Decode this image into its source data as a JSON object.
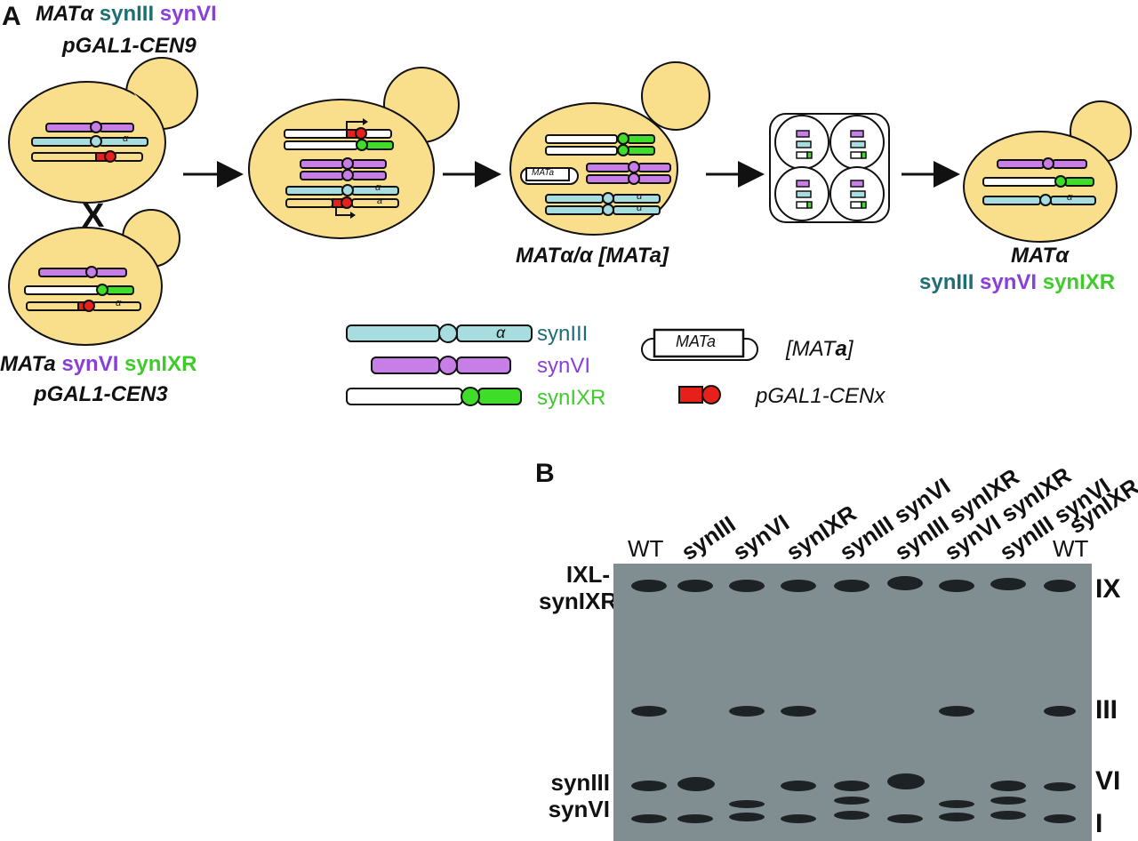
{
  "panel_a": {
    "letter": "A",
    "top_strain": {
      "mat": "MAT",
      "alpha": "α",
      "syn3": "synIII",
      "syn6": "synVI",
      "plasmid": "pGAL1-CEN9"
    },
    "cross_symbol": "X",
    "bottom_strain": {
      "mat": "MATa",
      "syn6": "synVI",
      "syn9": "synIXR",
      "plasmid": "pGAL1-CEN3"
    },
    "diploid_label": {
      "mat": "MAT",
      "alpha": "α",
      "sep": "/",
      "alpha2": "α",
      "bracket": "[MAT",
      "a": "a",
      "close": "]"
    },
    "final_strain": {
      "mat": "MAT",
      "alpha": "α",
      "syn3": "synIII",
      "syn6": "synVI",
      "syn9": "synIXR"
    },
    "cell_alpha_mark": "α",
    "cell_a_mark": "a",
    "plasmid_cell_text": "MATa",
    "legend": {
      "synIII": "synIII",
      "synVI": "synVI",
      "synIXR": "synIXR",
      "alpha_mark": "α",
      "plasmid_box": "MATa",
      "plasmid_label_pre": "[MAT",
      "plasmid_label_a": "a",
      "plasmid_label_post": "]",
      "pgal": "pGAL1-CENx"
    },
    "colors": {
      "synIII": "#a8dde0",
      "synVI": "#c77ee6",
      "synIXR": "#3fdc2a",
      "pgal": "#e8201b",
      "cell": "#f9df8c",
      "wt": "#ffffff"
    }
  },
  "panel_b": {
    "letter": "B",
    "lanes": [
      "WT",
      "synIII",
      "synVI",
      "synIXR",
      "synIII synVI",
      "synIII synIXR",
      "synVI synIXR",
      "synIII synVI synIXR",
      "WT"
    ],
    "lane8_line1": "synIII synVI",
    "lane8_line2": "synIXR",
    "left_labels": {
      "top1": "IXL-",
      "top2": "synIXR",
      "bottom1": "synIII",
      "bottom2": "synVI"
    },
    "right_labels": [
      "IX",
      "III",
      "VI",
      "I"
    ]
  }
}
